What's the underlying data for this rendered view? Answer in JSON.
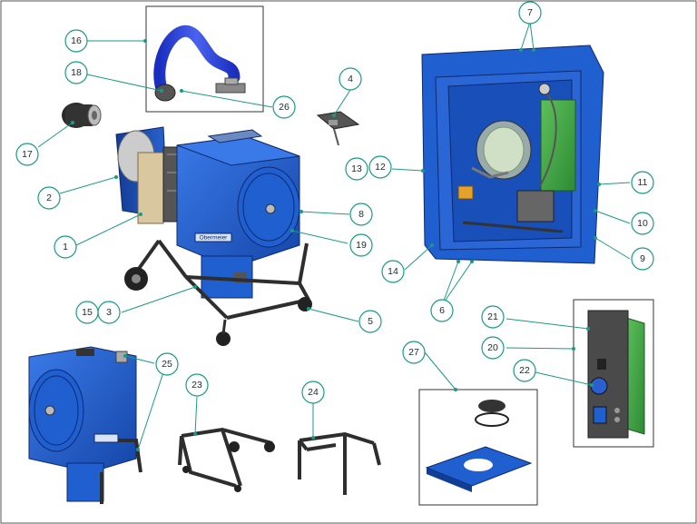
{
  "colors": {
    "accent": "#1a9a86",
    "body_blue": "#1f5fd0",
    "dark_blue": "#123d96",
    "panel_green": "#3fa544",
    "frame": "#2e2e2e"
  },
  "brand_label": "Obermeier",
  "callouts": [
    {
      "id": "c1",
      "label": "1"
    },
    {
      "id": "c2",
      "label": "2"
    },
    {
      "id": "c3",
      "label": "3"
    },
    {
      "id": "c4",
      "label": "4"
    },
    {
      "id": "c5",
      "label": "5"
    },
    {
      "id": "c6",
      "label": "6"
    },
    {
      "id": "c7",
      "label": "7"
    },
    {
      "id": "c8",
      "label": "8"
    },
    {
      "id": "c9",
      "label": "9"
    },
    {
      "id": "c10",
      "label": "10"
    },
    {
      "id": "c11",
      "label": "11"
    },
    {
      "id": "c12",
      "label": "12"
    },
    {
      "id": "c13",
      "label": "13"
    },
    {
      "id": "c14",
      "label": "14"
    },
    {
      "id": "c15",
      "label": "15"
    },
    {
      "id": "c16",
      "label": "16"
    },
    {
      "id": "c17",
      "label": "17"
    },
    {
      "id": "c18",
      "label": "18"
    },
    {
      "id": "c19",
      "label": "19"
    },
    {
      "id": "c20",
      "label": "20"
    },
    {
      "id": "c21",
      "label": "21"
    },
    {
      "id": "c22",
      "label": "22"
    },
    {
      "id": "c23",
      "label": "23"
    },
    {
      "id": "c24",
      "label": "24"
    },
    {
      "id": "c25",
      "label": "25"
    },
    {
      "id": "c26",
      "label": "26"
    },
    {
      "id": "c27",
      "label": "27"
    }
  ]
}
